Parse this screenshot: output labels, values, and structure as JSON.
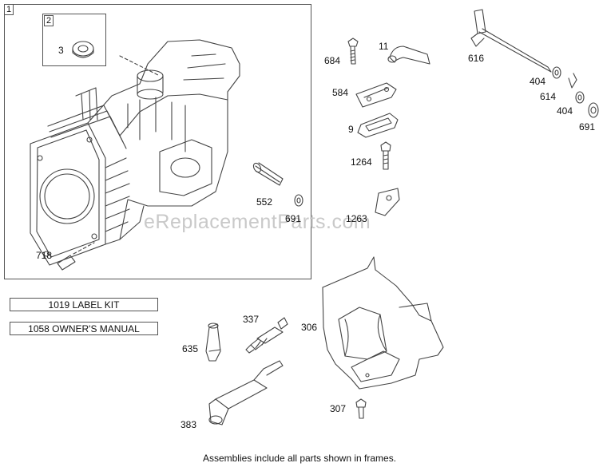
{
  "frames": [
    {
      "id": "frame-1",
      "tag": "1"
    },
    {
      "id": "frame-2",
      "tag": "2"
    }
  ],
  "callouts": {
    "c3": "3",
    "c684": "684",
    "c11": "11",
    "c616": "616",
    "c404a": "404",
    "c614": "614",
    "c404b": "404",
    "c691a": "691",
    "c584": "584",
    "c9": "9",
    "c1264": "1264",
    "c552": "552",
    "c691b": "691",
    "c1263": "1263",
    "c718": "718",
    "c337": "337",
    "c306": "306",
    "c635": "635",
    "c383": "383",
    "c307": "307"
  },
  "kits": {
    "label_kit": "1019 LABEL KIT",
    "owners_manual": "1058 OWNER'S MANUAL"
  },
  "watermark": "eReplacementParts.com",
  "footer": "Assemblies include all parts shown in frames."
}
